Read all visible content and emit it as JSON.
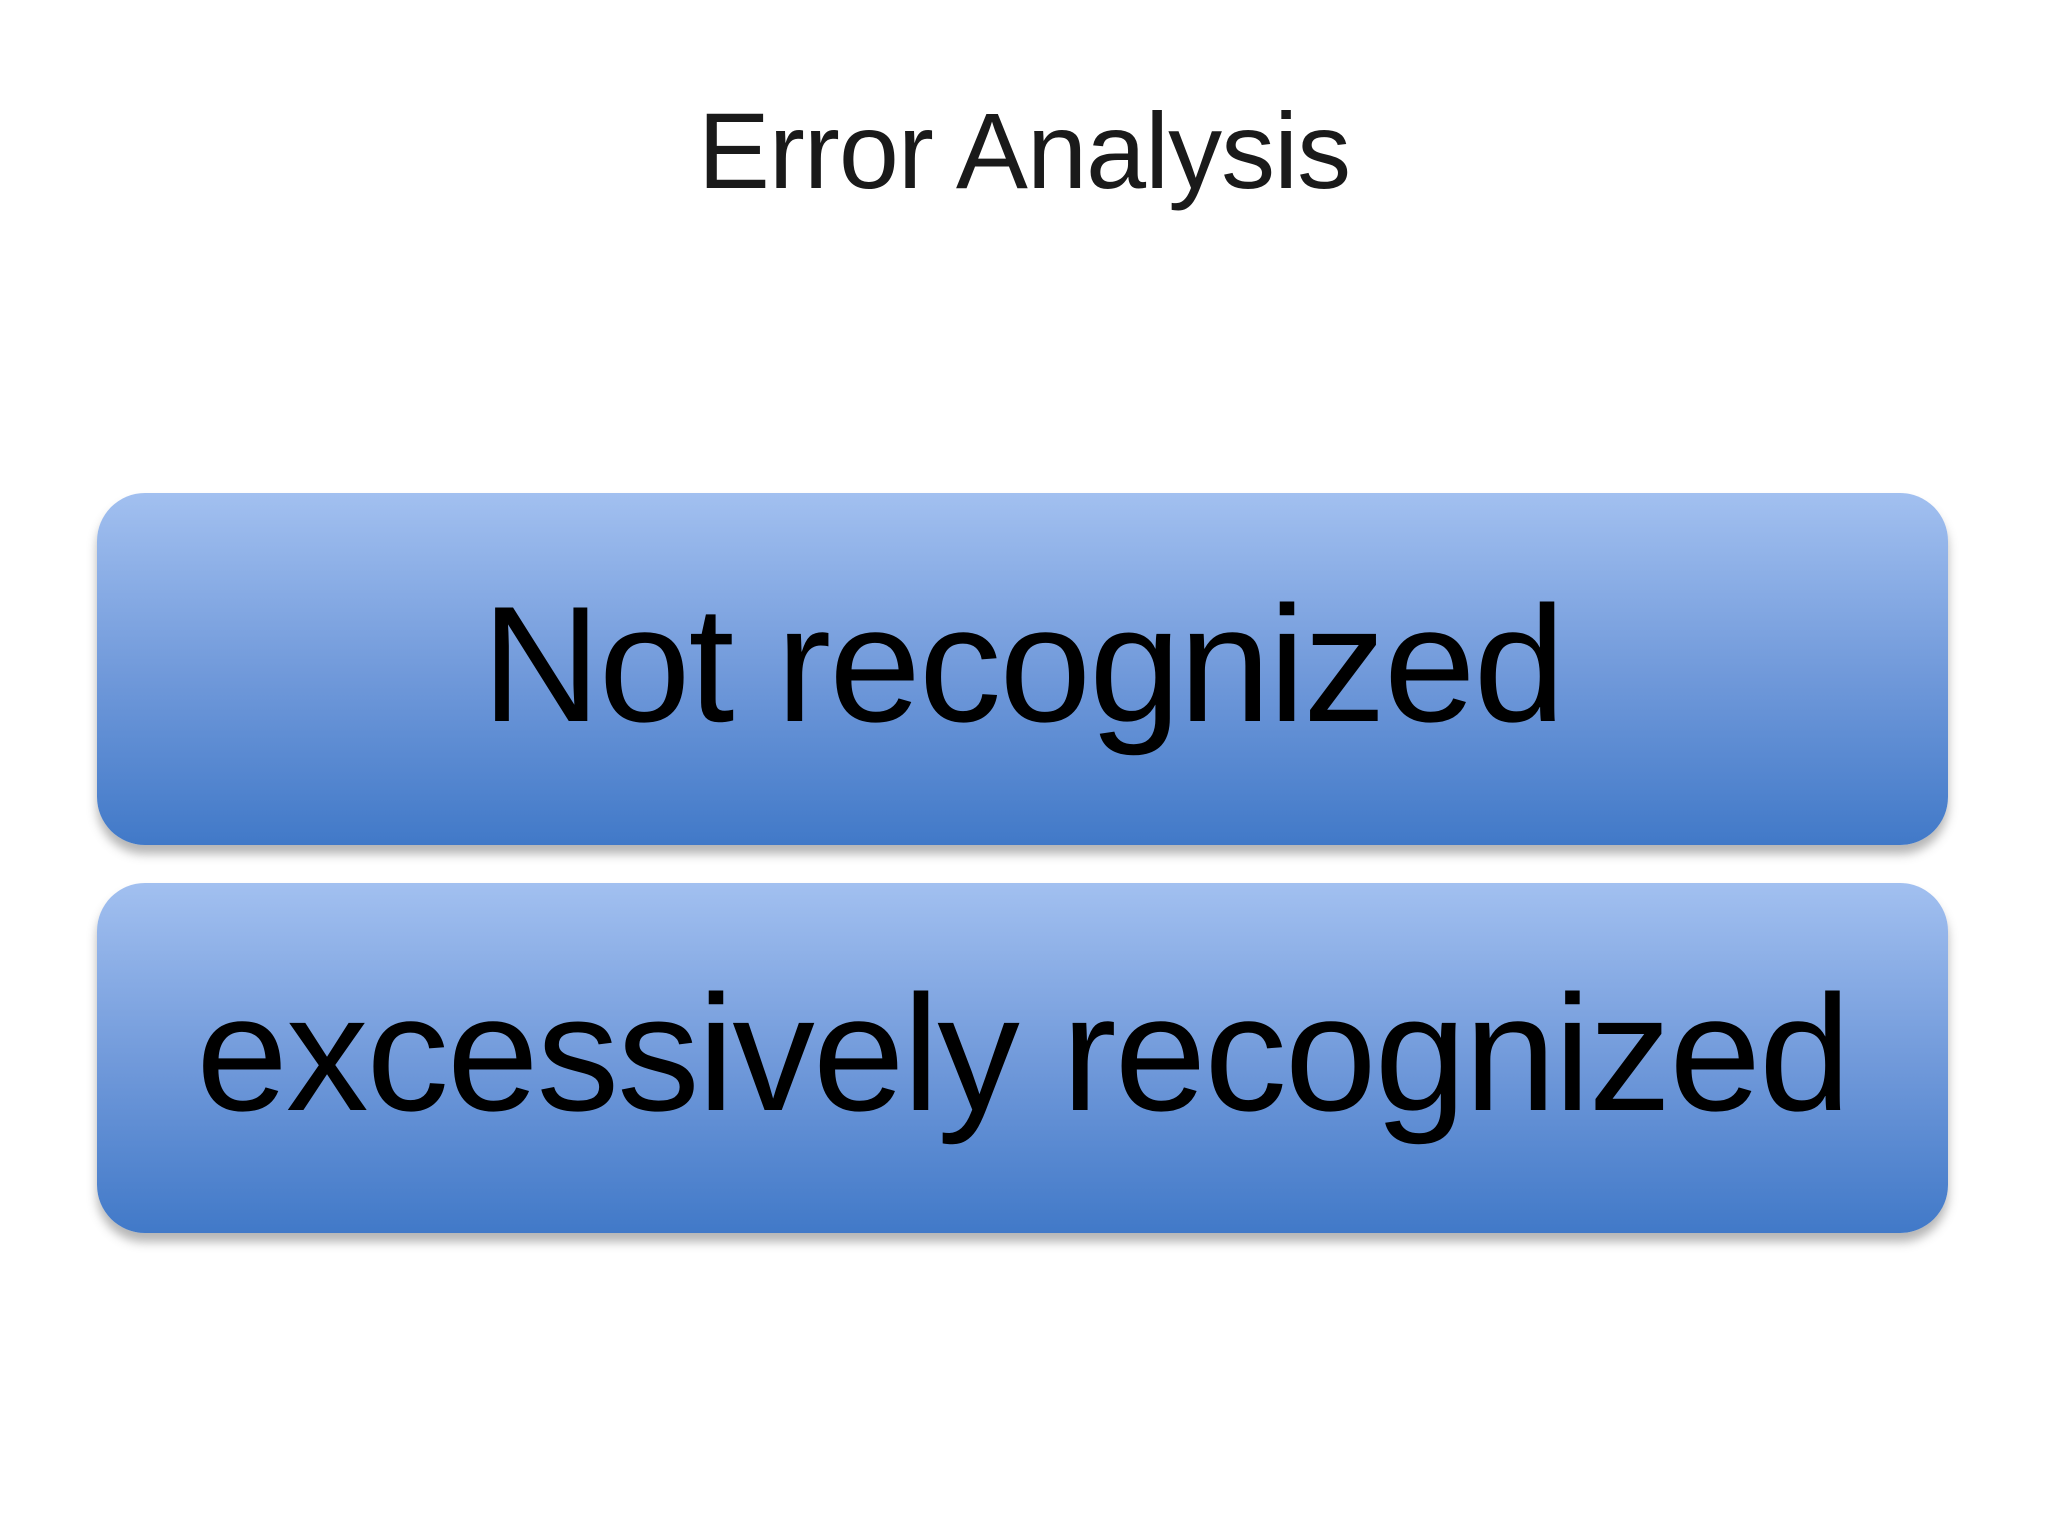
{
  "slide": {
    "title": "Error Analysis",
    "boxes": [
      {
        "label": "Not recognized"
      },
      {
        "label": "excessively recognized"
      }
    ],
    "colors": {
      "background": "#ffffff",
      "title_text": "#1a1a1a",
      "box_label_text": "#000000",
      "box_gradient_top": "#a2c0f0",
      "box_gradient_mid": "#7099da",
      "box_gradient_bottom": "#4179c8"
    }
  }
}
